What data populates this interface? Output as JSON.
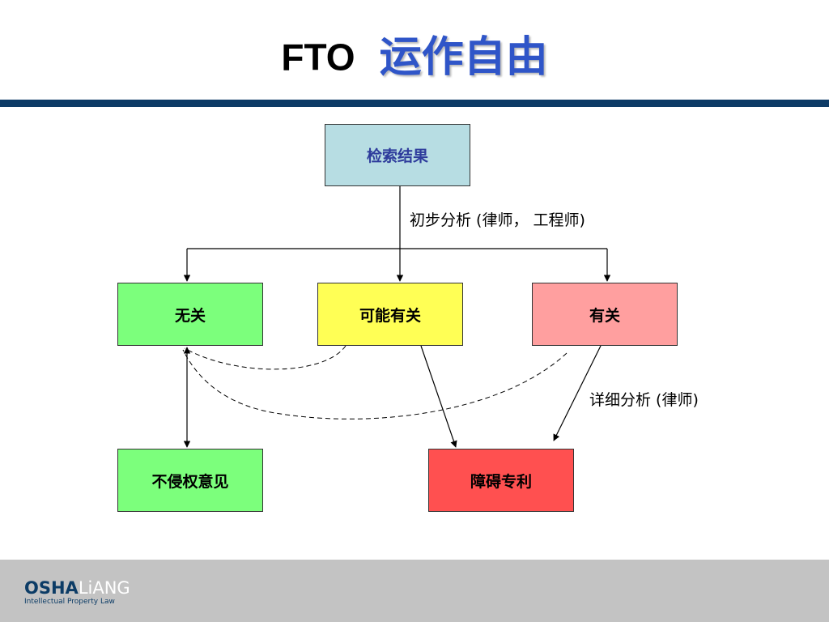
{
  "title": {
    "latin": "FTO",
    "cjk": "运作自由"
  },
  "diagram": {
    "nodes": {
      "search_results": "检索结果",
      "irrelevant": "无关",
      "possibly_relevant": "可能有关",
      "relevant": "有关",
      "non_infringement_opinion": "不侵权意见",
      "blocking_patent": "障碍专利"
    },
    "edge_labels": {
      "preliminary": "初步分析 (律师， 工程师)",
      "detailed": "详细分析 (律师)"
    }
  },
  "footer": {
    "logo_part1": "OSHA",
    "logo_part2": "LiANG",
    "logo_tagline": "Intellectual Property Law"
  },
  "colors": {
    "title_rule": "#0d3b66",
    "title_cjk": "#2f55c8",
    "search_results_fill": "#b7dde3",
    "irrelevant_fill": "#7cff7c",
    "possibly_relevant_fill": "#ffff55",
    "relevant_fill": "#ff9f9f",
    "blocking_patent_fill": "#ff5050",
    "footer_bg": "#c3c3c3"
  }
}
